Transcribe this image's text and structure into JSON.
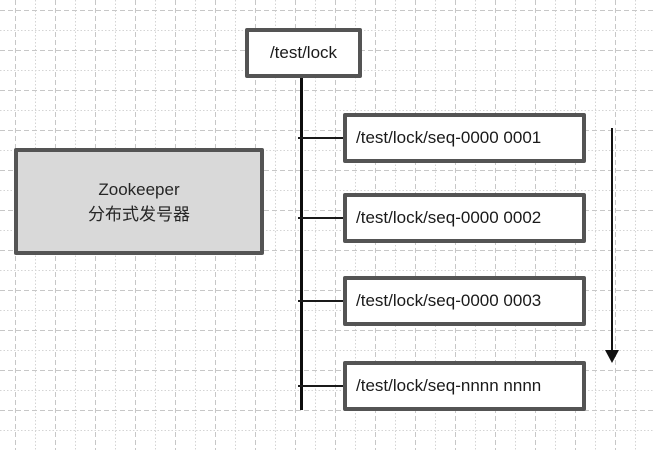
{
  "diagram": {
    "root_node": {
      "label": "/test/lock"
    },
    "info_box": {
      "line1": "Zookeeper",
      "line2": "分布式发号器"
    },
    "child_nodes": [
      {
        "label": "/test/lock/seq-0000 0001"
      },
      {
        "label": "/test/lock/seq-0000 0002"
      },
      {
        "label": "/test/lock/seq-0000 0003"
      },
      {
        "label": "/test/lock/seq-nnnn nnnn"
      }
    ],
    "colors": {
      "node_border": "#545454",
      "node_fill": "#ffffff",
      "info_fill": "#d9d9d9",
      "line": "#0d0d0d",
      "grid_major": "#c7c7c7",
      "grid_minor": "#d4d4d4"
    }
  }
}
